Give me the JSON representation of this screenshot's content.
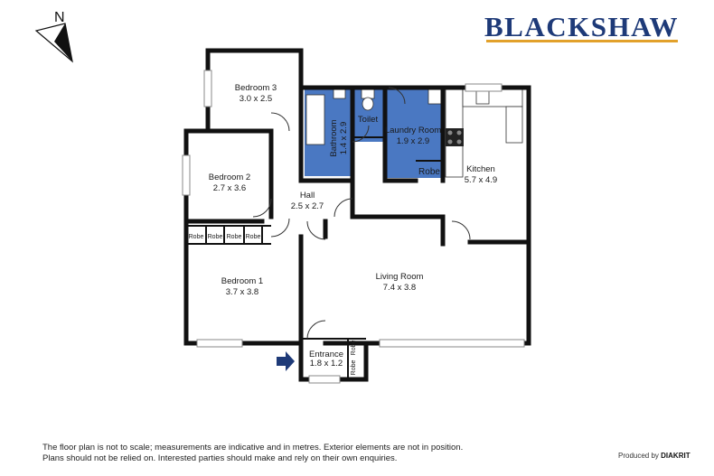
{
  "compass": {
    "label": "N"
  },
  "brand": {
    "name": "BLACKSHAW",
    "color": "#1e3a78",
    "accent": "#e2a12b"
  },
  "rooms": {
    "bedroom3": {
      "name": "Bedroom 3",
      "dims": "3.0 x 2.5"
    },
    "bathroom": {
      "name": "Bathroom",
      "dims": "1.4 x 2.9"
    },
    "toilet": {
      "name": "Toilet"
    },
    "laundry": {
      "name": "Laundry Room",
      "dims": "1.9 x 2.9"
    },
    "kitchen": {
      "name": "Kitchen",
      "dims": "5.7 x 4.9"
    },
    "bedroom2": {
      "name": "Bedroom 2",
      "dims": "2.7 x 3.6"
    },
    "hall": {
      "name": "Hall",
      "dims": "2.5 x 2.7"
    },
    "bedroom1": {
      "name": "Bedroom 1",
      "dims": "3.7 x 3.8"
    },
    "living": {
      "name": "Living Room",
      "dims": "7.4 x 3.8"
    },
    "entrance": {
      "name": "Entrance",
      "dims": "1.8 x 1.2"
    }
  },
  "robes": {
    "laundry_robe": "Robe",
    "bed1_robe_a": "Robe",
    "bed1_robe_b": "Robe",
    "bed2_robe_a": "Robe",
    "bed2_robe_b": "Robe",
    "entrance_robe_a": "Robe",
    "entrance_robe_b": "Robe"
  },
  "colors": {
    "wet_area": "#4a78c2",
    "wall": "#111111"
  },
  "footer": {
    "disclaimer_line1": "The floor plan is not to scale; measurements are indicative and in metres. Exterior elements are not in position.",
    "disclaimer_line2": "Plans should not be relied on. Interested parties should make and rely on their own enquiries.",
    "produced_by": "Produced by",
    "producer": "DIAKRIT"
  }
}
